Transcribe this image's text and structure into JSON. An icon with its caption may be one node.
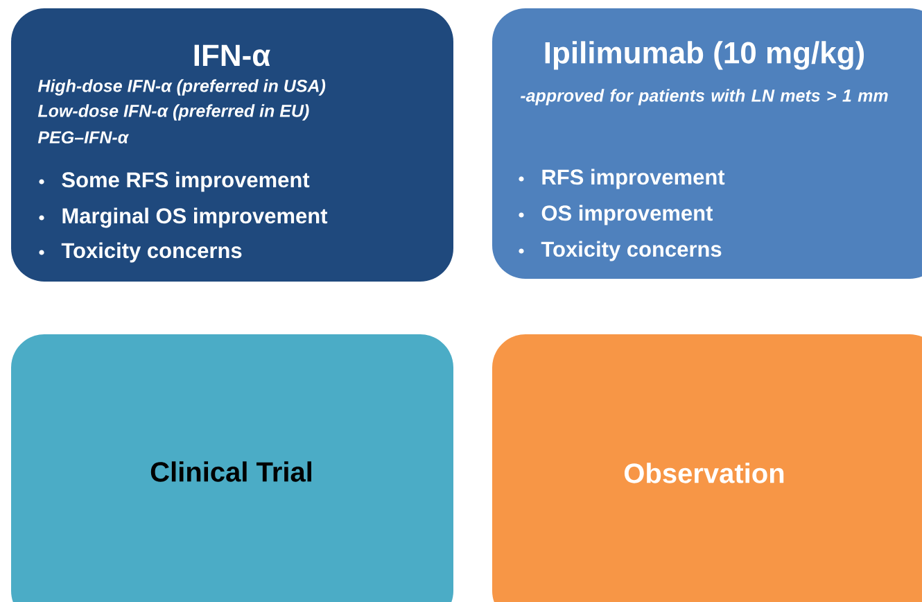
{
  "diagram": {
    "nodes": [
      {
        "text": [
          "IFN-α",
          "High-dose IFN-α (preferred in USA)",
          "Low-dose IFN-α (preferred in EU)",
          "PEG–IFN-α",
          "Some RFS improvement",
          "Marginal OS improvement",
          "Toxicity concerns"
        ]
      },
      {
        "text": [
          "Ipilimumab (10 mg/kg)",
          "-approved for patients with LN mets > 1 mm",
          "RFS improvement",
          "OS improvement",
          "Toxicity concerns"
        ]
      },
      {
        "text": [
          "Clinical Trial"
        ]
      },
      {
        "text": [
          "Observation"
        ]
      }
    ]
  }
}
